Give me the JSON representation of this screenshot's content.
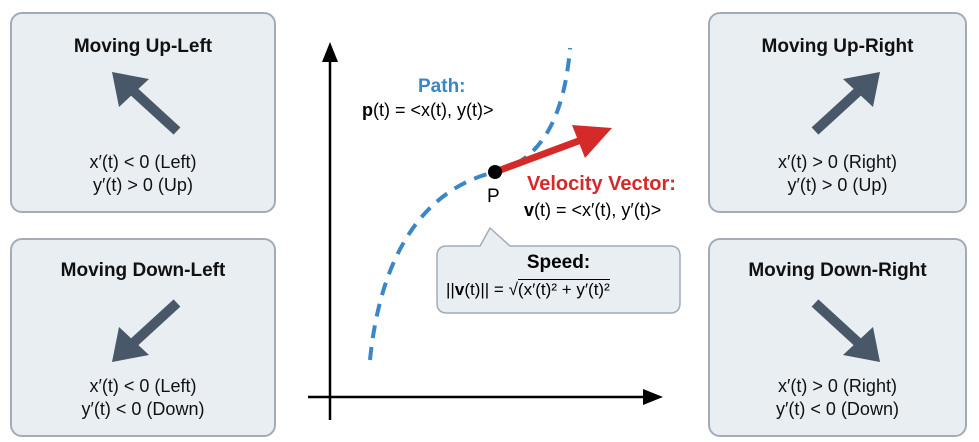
{
  "quadrants": [
    {
      "title": "Moving Up-Left",
      "line1": "x′(t) < 0 (Left)",
      "line2": "y′(t) > 0 (Up)"
    },
    {
      "title": "Moving Up-Right",
      "line1": "x′(t) > 0 (Right)",
      "line2": "y′(t) > 0 (Up)"
    },
    {
      "title": "Moving Down-Left",
      "line1": "x′(t) < 0 (Left)",
      "line2": "y′(t) < 0 (Down)"
    },
    {
      "title": "Moving Down-Right",
      "line1": "x′(t) > 0 (Right)",
      "line2": "y′(t) < 0 (Down)"
    }
  ],
  "path": {
    "label": "Path:",
    "bold": "p",
    "rest": "(t) = <x(t), y(t)>"
  },
  "point": "P",
  "velocity": {
    "label": "Velocity Vector:",
    "bold": "v",
    "rest": "(t) = <x′(t), y′(t)>"
  },
  "speed": {
    "label": "Speed:",
    "pre": "||",
    "bold": "v",
    "mid": "(t)|| = ",
    "radicand": "(x′(t)² + y′(t)²"
  },
  "colors": {
    "path": "#3a86c6",
    "velocity": "#d42a2a",
    "arrow": "#485868",
    "box": "#e9eef3"
  }
}
